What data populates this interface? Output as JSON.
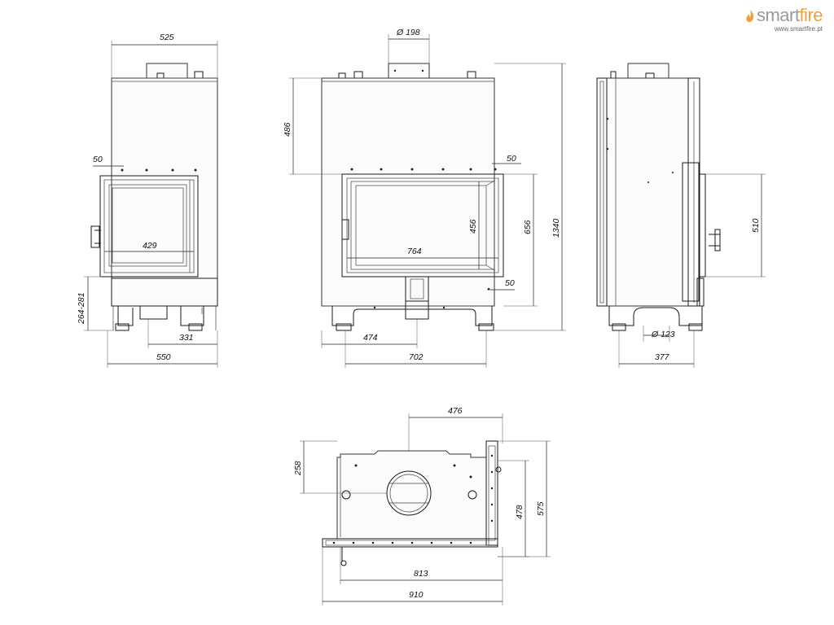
{
  "brand": {
    "name_a": "smart",
    "name_b": "fire",
    "url": "www.smartfire.pt",
    "color_text": "#9a9a9a",
    "color_accent": "#f2a03b"
  },
  "labels": {
    "front_left_top": "525",
    "front_left_50": "50",
    "front_left_429": "429",
    "front_left_264": "264-281",
    "front_left_331": "331",
    "front_left_550": "550",
    "front_flue": "Ø 198",
    "front_486": "486",
    "front_50_top": "50",
    "front_456": "456",
    "front_764": "764",
    "front_656": "656",
    "front_1340": "1340",
    "front_50_bot": "50",
    "front_474": "474",
    "front_702": "702",
    "side_510": "510",
    "side_123": "Ø 123",
    "side_377": "377",
    "top_476": "476",
    "top_258": "258",
    "top_478": "478",
    "top_575": "575",
    "top_813": "813",
    "top_910": "910"
  }
}
